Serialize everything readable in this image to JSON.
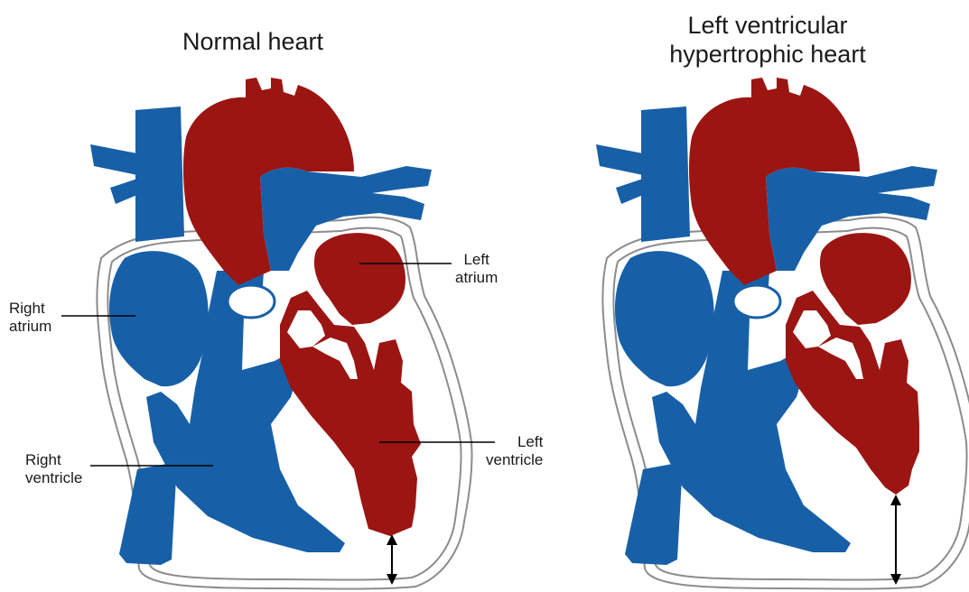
{
  "colors": {
    "blood_oxygenated": "#9b1512",
    "blood_deoxygenated": "#1760a8",
    "outline": "#8c8c8c",
    "text": "#1a1a1a"
  },
  "normal": {
    "title": "Normal heart",
    "labels": {
      "right_atrium_l1": "Right",
      "right_atrium_l2": "atrium",
      "right_ventricle_l1": "Right",
      "right_ventricle_l2": "ventricle",
      "left_atrium_l1": "Left",
      "left_atrium_l2": "atrium",
      "left_ventricle_l1": "Left",
      "left_ventricle_l2": "ventricle"
    }
  },
  "hypertrophic": {
    "title_l1": "Left ventricular",
    "title_l2": "hypertrophic heart"
  }
}
